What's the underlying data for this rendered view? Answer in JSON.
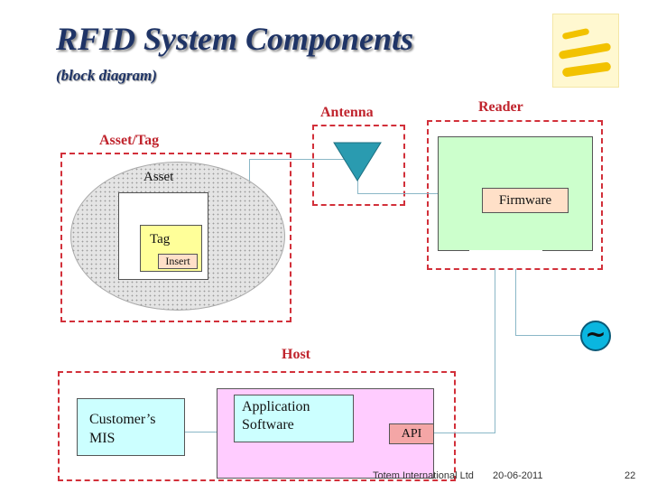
{
  "header": {
    "title": "RFID System Components",
    "subtitle": "(block diagram)"
  },
  "labels": {
    "antenna": "Antenna",
    "reader": "Reader",
    "asset_tag": "Asset/Tag",
    "host": "Host"
  },
  "blocks": {
    "asset": "Asset",
    "tag": "Tag",
    "insert": "Insert",
    "firmware": "Firmware",
    "customer_mis_line1": "Customer’s",
    "customer_mis_line2": "MIS",
    "app_line1": "Application",
    "app_line2": "Software",
    "api": "API",
    "tilde": "~"
  },
  "footer": {
    "company": "Totem International Ltd",
    "date": "20-06-2011",
    "page": "22"
  },
  "colors": {
    "title": "#1f3466",
    "dashed_border": "#d2303a",
    "reader_fill": "#ccffcc",
    "tag_fill": "#ffff99",
    "firmware_fill": "#ffe0c8",
    "customer_fill": "#ccffff",
    "host_fill": "#ffccff",
    "api_fill": "#f4a6a6",
    "antenna": "#2a9bb0",
    "connector": "#8ab7c7"
  }
}
